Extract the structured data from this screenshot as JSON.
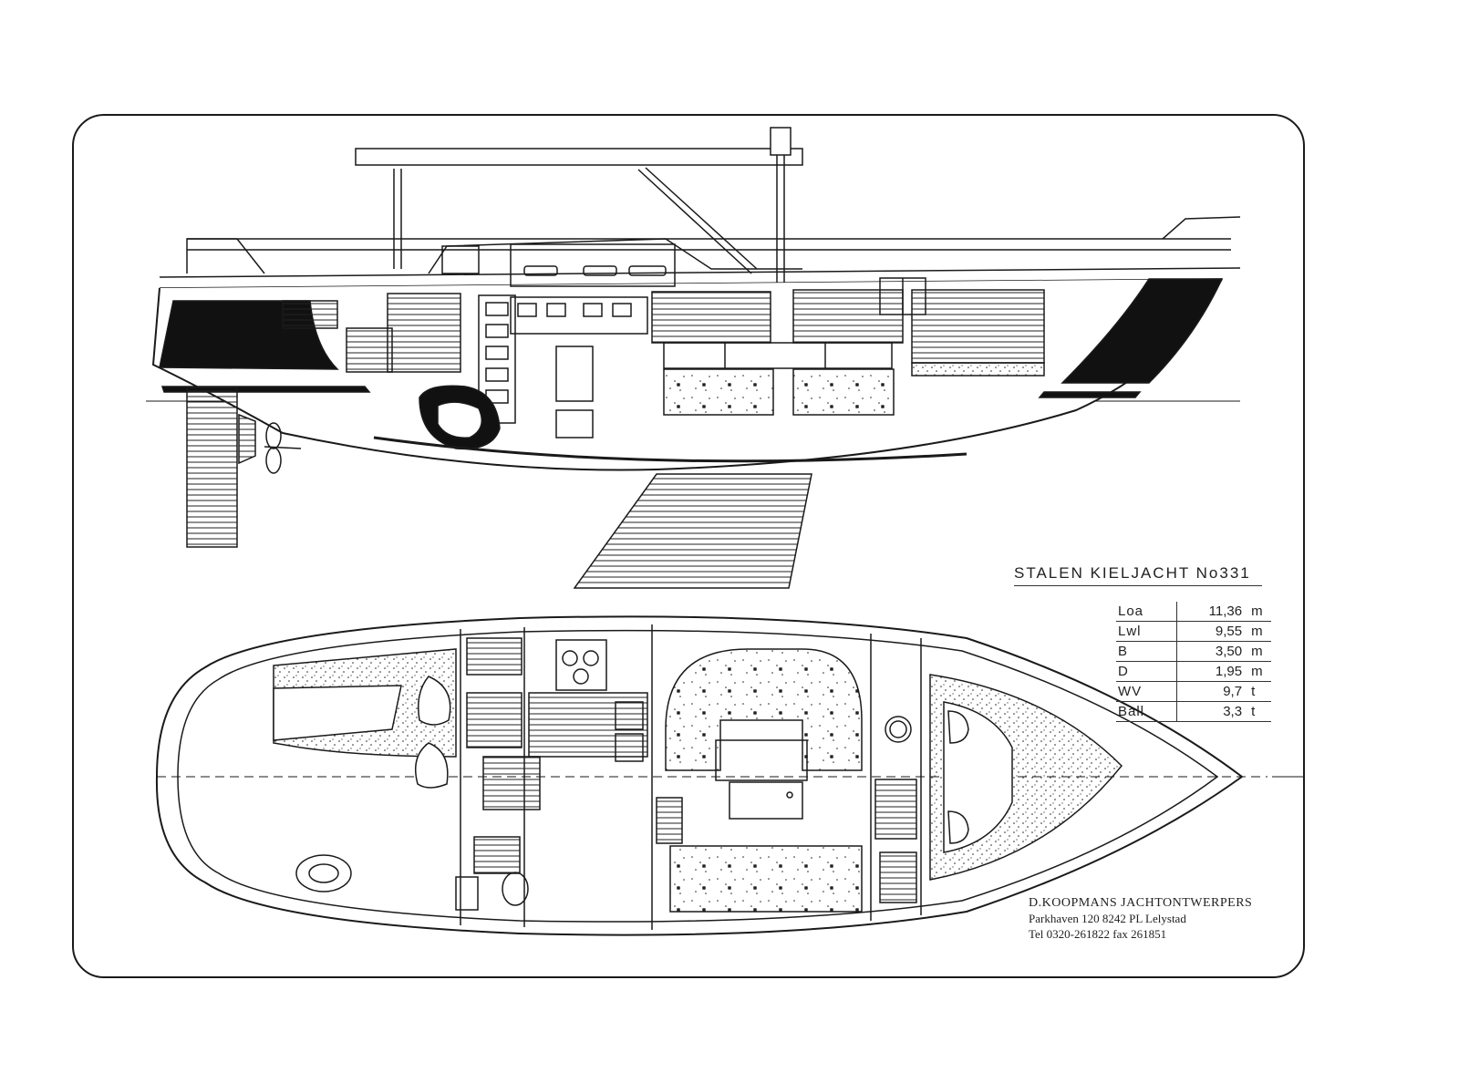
{
  "drawing": {
    "title": "STALEN KIELJACHT No331"
  },
  "specifications": [
    {
      "label": "Loa",
      "value": "11,36",
      "unit": "m"
    },
    {
      "label": "Lwl",
      "value": "9,55",
      "unit": "m"
    },
    {
      "label": "B",
      "value": "3,50",
      "unit": "m"
    },
    {
      "label": "D",
      "value": "1,95",
      "unit": "m"
    },
    {
      "label": "WV",
      "value": "9,7",
      "unit": "t"
    },
    {
      "label": "Ball",
      "value": "3,3",
      "unit": "t"
    }
  ],
  "designer": {
    "name": "D.KOOPMANS JACHTONTWERPERS",
    "address": "Parkhaven 120 8242 PL Lelystad",
    "contact": "Tel 0320-261822 fax 261851"
  },
  "colors": {
    "ink": "#1a1a1a",
    "paper": "#ffffff"
  }
}
